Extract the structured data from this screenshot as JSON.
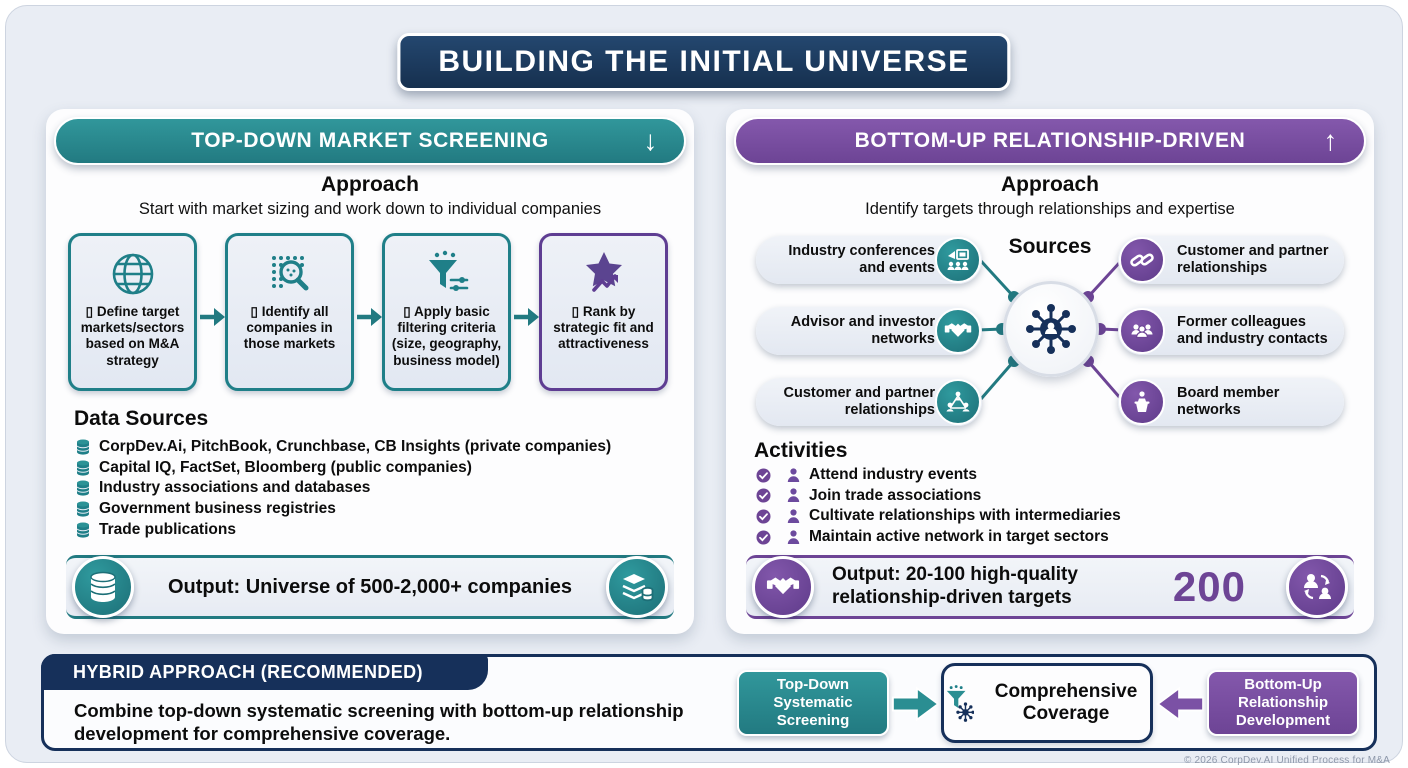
{
  "title": "BUILDING THE INITIAL UNIVERSE",
  "colors": {
    "teal": "#227a81",
    "purple": "#6d4495",
    "navy": "#16305a"
  },
  "left_panel": {
    "header": "TOP-DOWN MARKET SCREENING",
    "header_arrow": "↓",
    "approach_label": "Approach",
    "approach_text": "Start with market sizing and work down to individual companies",
    "steps": [
      {
        "icon": "globe-icon",
        "label": "▯ Define target markets/sectors based on M&A strategy"
      },
      {
        "icon": "magnifier-companies-icon",
        "label": "▯ Identify all companies in those markets"
      },
      {
        "icon": "filter-criteria-icon",
        "label": "▯ Apply basic filtering criteria (size, geography, business model)"
      },
      {
        "icon": "rank-star-icon",
        "label": "▯ Rank by strategic fit and attractiveness"
      }
    ],
    "data_sources_label": "Data Sources",
    "data_sources": [
      "CorpDev.Ai, PitchBook, Crunchbase, CB Insights (private companies)",
      "Capital IQ, FactSet, Bloomberg (public companies)",
      "Industry associations and databases",
      "Government business registries",
      "Trade publications"
    ],
    "output_text": "Output: Universe of 500-2,000+ companies"
  },
  "right_panel": {
    "header": "BOTTOM-UP RELATIONSHIP-DRIVEN",
    "header_arrow": "↑",
    "approach_label": "Approach",
    "approach_text": "Identify targets through relationships and expertise",
    "sources_label": "Sources",
    "sources_left": [
      "Industry conferences and events",
      "Advisor and investor networks",
      "Customer and partner relationships"
    ],
    "sources_right": [
      "Customer and partner relationships",
      "Former colleagues and industry contacts",
      "Board member networks"
    ],
    "activities_label": "Activities",
    "activities": [
      "Attend industry events",
      "Join trade associations",
      "Cultivate relationships with intermediaries",
      "Maintain active network in target sectors"
    ],
    "output_line1": "Output: 20-100 high-quality",
    "output_line2": "relationship-driven targets",
    "output_count": "200"
  },
  "hybrid": {
    "header": "HYBRID APPROACH (RECOMMENDED)",
    "body": "Combine top-down systematic screening with bottom-up relationship development for comprehensive coverage.",
    "flow_left": "Top-Down Systematic Screening",
    "flow_center": "Comprehensive Coverage",
    "flow_right": "Bottom-Up Relationship Development"
  },
  "footer": "© 2026 CorpDev.AI Unified Process for M&A"
}
